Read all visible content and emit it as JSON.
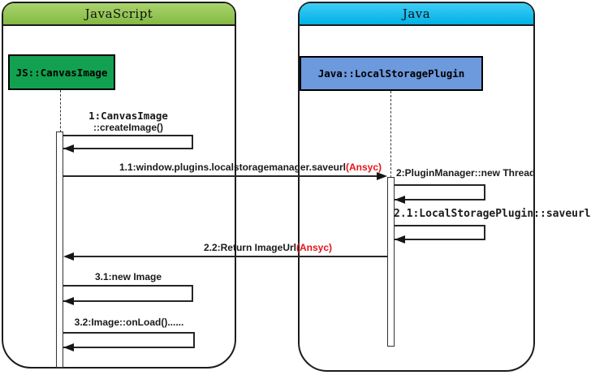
{
  "diagram_type": "uml-sequence",
  "frames": [
    {
      "label": "JavaScript"
    },
    {
      "label": "Java"
    }
  ],
  "objects": [
    {
      "label": "JS::CanvasImage"
    },
    {
      "label": "Java::LocalStoragePlugin"
    }
  ],
  "messages": [
    {
      "line1": "1:CanvasImage",
      "line2": "::createImage()",
      "type": "self",
      "from": "JS::CanvasImage"
    },
    {
      "text": "1.1:window.plugins.localstoragemanager.saveurl",
      "async_tag": "(Ansyc)",
      "type": "call",
      "from": "JS::CanvasImage",
      "to": "Java::LocalStoragePlugin"
    },
    {
      "text": "2:PluginManager::new Thread",
      "type": "self",
      "from": "Java::LocalStoragePlugin"
    },
    {
      "text": "2.1:LocalStoragePlugin::saveurl",
      "type": "self",
      "from": "Java::LocalStoragePlugin"
    },
    {
      "text": "2.2:Return ImageUrl",
      "async_tag": "(Ansyc)",
      "type": "return",
      "from": "Java::LocalStoragePlugin",
      "to": "JS::CanvasImage"
    },
    {
      "text": "3.1:new Image",
      "type": "self",
      "from": "JS::CanvasImage"
    },
    {
      "text": "3.2:Image::onLoad()......",
      "type": "self",
      "from": "JS::CanvasImage"
    }
  ],
  "colors": {
    "js_frame_header_top": "#aad46e",
    "js_frame_header_bottom": "#84b942",
    "java_frame_header_top": "#3fcdf5",
    "java_frame_header_bottom": "#00b1e7",
    "js_object_fill": "#12a150",
    "java_object_fill": "#6d99dd",
    "async_tag_red": "#e8121a",
    "line_color": "#262626"
  }
}
